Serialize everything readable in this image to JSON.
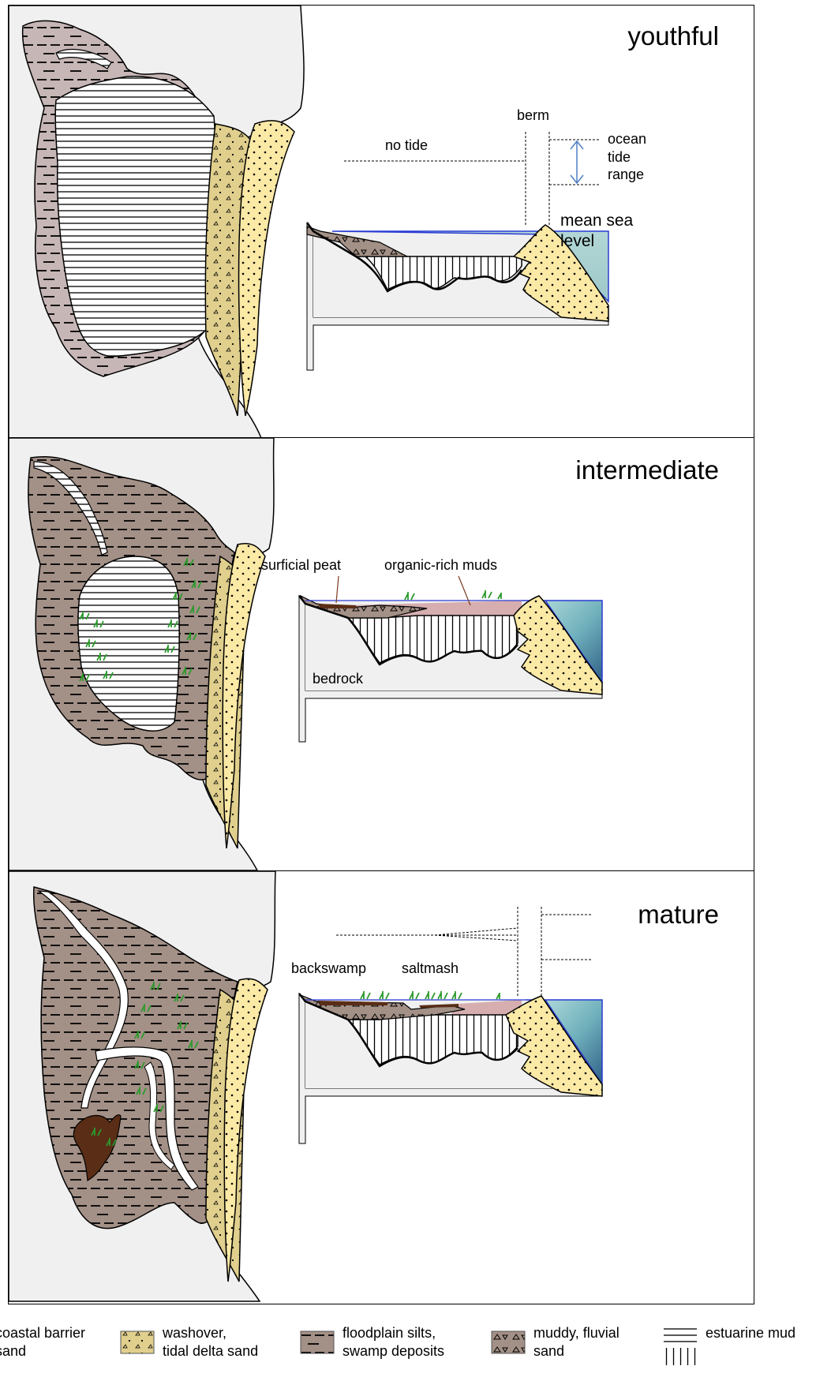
{
  "panels": [
    {
      "title": "youthful",
      "labels": {
        "berm": "berm",
        "no_tide": "no tide",
        "ocean_tide_range": "ocean\ntide\nrange",
        "mean_sea_level": "mean sea\nlevel"
      }
    },
    {
      "title": "intermediate",
      "labels": {
        "surficial_peat": "surficial peat",
        "organic_rich_muds": "organic-rich muds",
        "bedrock": "bedrock"
      }
    },
    {
      "title": "mature",
      "labels": {
        "backswamp": "backswamp",
        "saltmash": "saltmash"
      }
    }
  ],
  "legend": [
    {
      "label": "coastal barrier\nsand",
      "icon": "dotted-sand-swatch"
    },
    {
      "label": "washover,\ntidal delta sand",
      "icon": "dotted-sand-swatch"
    },
    {
      "label": "floodplain silts,\nswamp deposits",
      "icon": "dashed-brown-swatch"
    },
    {
      "label": "muddy, fluvial\nsand",
      "icon": "triangle-swatch"
    },
    {
      "label": "estuarine mud",
      "icon": "horizontal-lines-swatch"
    }
  ],
  "colors": {
    "bedrock": "#f0f0f0",
    "floodplain": "#a39086",
    "youthful_floodplain": "#c7b6b6",
    "sand": "#fbe9a6",
    "tidal_sand": "#e0cf8d",
    "water_top": "#a9d3d4",
    "water_deep": "#3d6d8e",
    "peat": "#5a2d16",
    "organic_mud": "#d6aeb0",
    "vegetation": "#2c9a2c",
    "muddy_sand": "#a39086"
  }
}
